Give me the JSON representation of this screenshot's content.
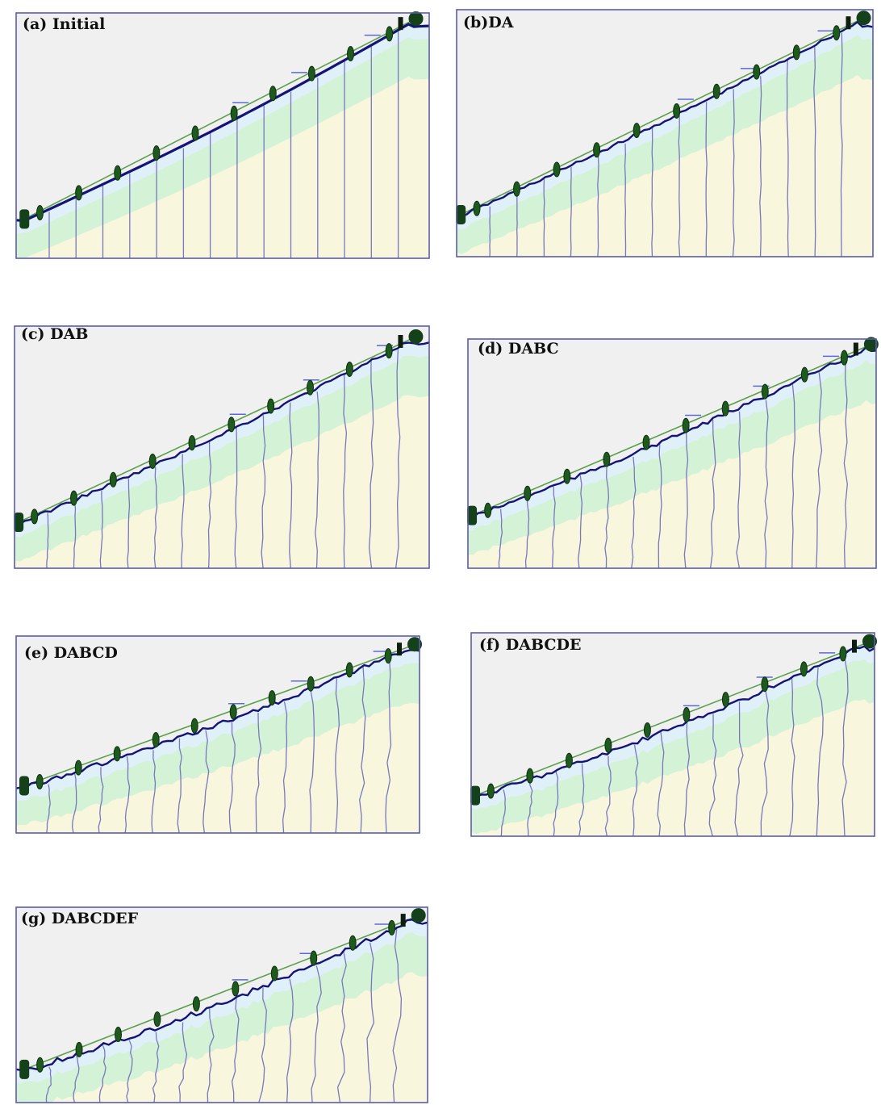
{
  "panels": [
    {
      "id": "a",
      "label": "(a) Initial",
      "stage": 0
    },
    {
      "id": "b",
      "label": "(b)DA",
      "stage": 1
    },
    {
      "id": "c",
      "label": "(c) DAB",
      "stage": 2
    },
    {
      "id": "d",
      "label": "(d) DABC",
      "stage": 3
    },
    {
      "id": "e",
      "label": "(e) DABCD",
      "stage": 4
    },
    {
      "id": "f",
      "label": "(f) DABCDE",
      "stage": 5
    },
    {
      "id": "g",
      "label": "(g) DABCDEF",
      "stage": 6
    }
  ],
  "colors": {
    "frame": "#5b5bb0",
    "sky": "#f0f0f0",
    "soil": "#f8f6dc",
    "weathered_layer": "#d4f2d6",
    "surface_layer": "#e0f0f8",
    "section_lines": "#7878c0",
    "terrain": "#141478",
    "reference_line": "#5aa04a",
    "markers": "#1e5a1e"
  }
}
